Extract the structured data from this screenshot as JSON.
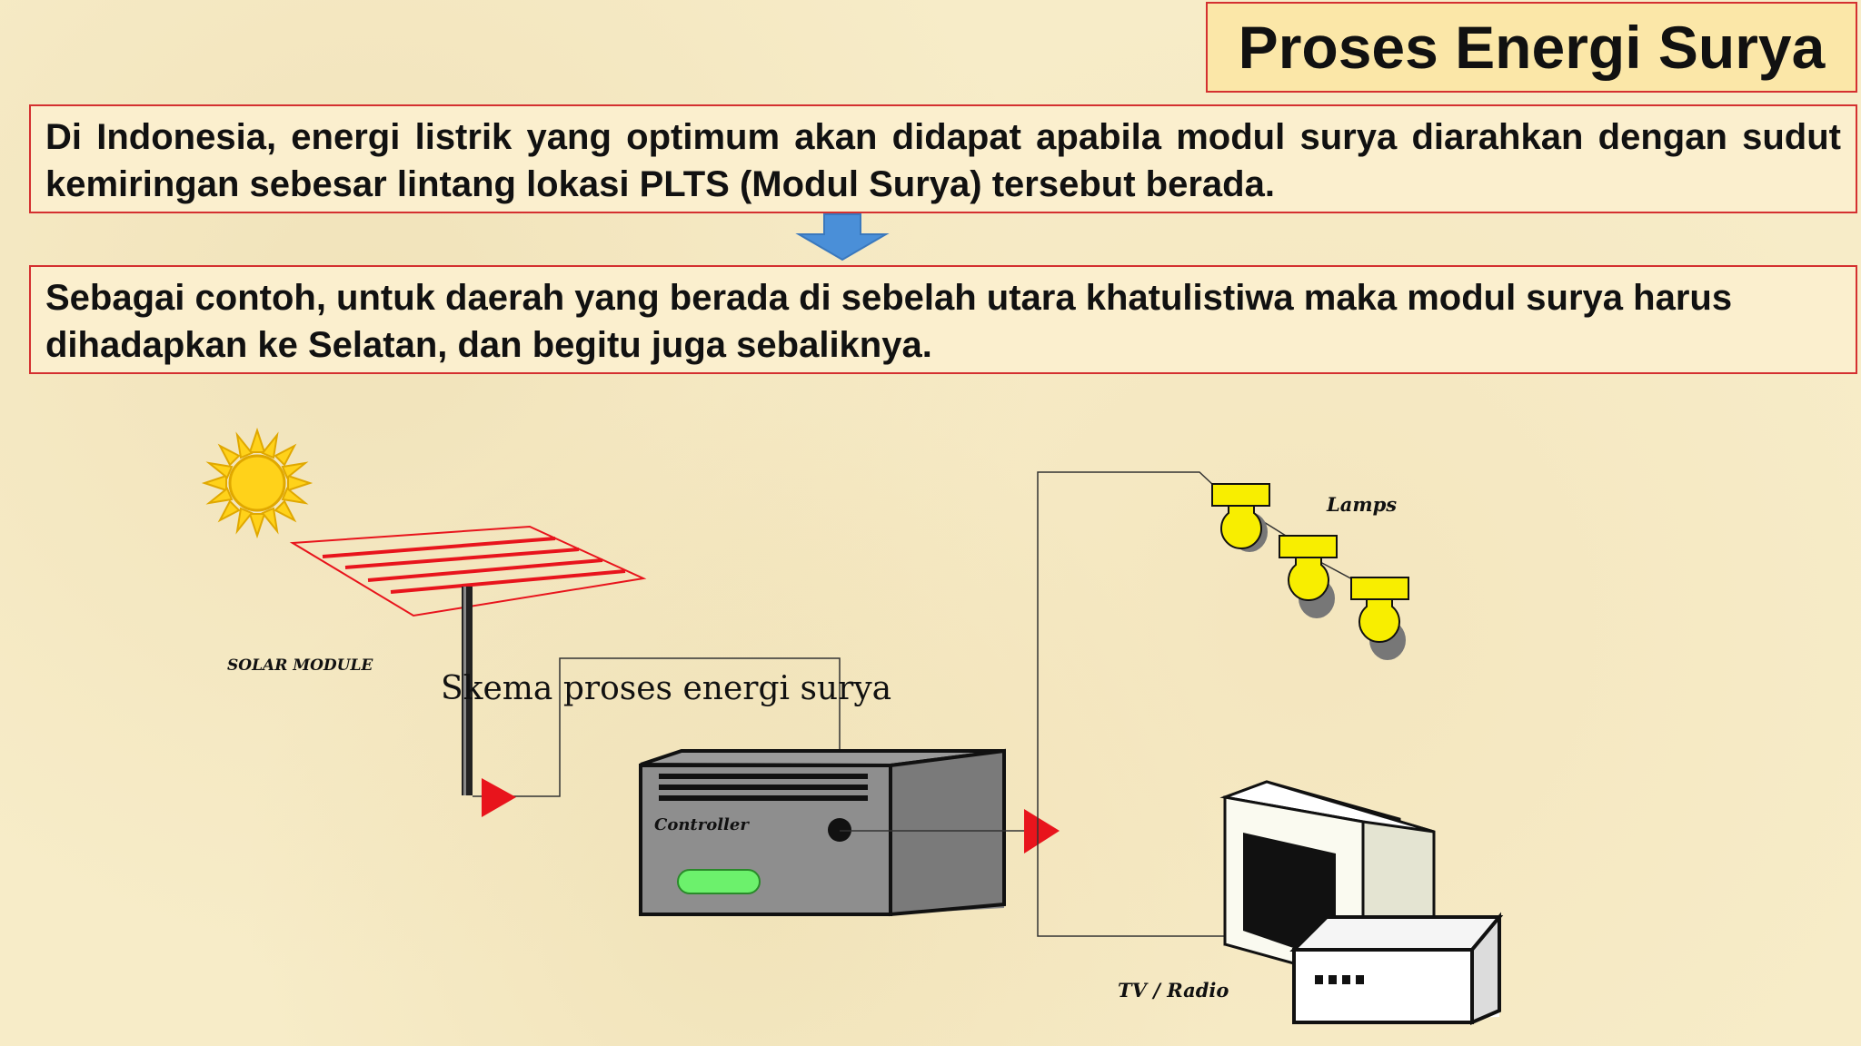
{
  "title": "Proses Energi Surya",
  "paragraphs": {
    "p1": "Di Indonesia, energi listrik yang optimum akan didapat apabila modul surya diarahkan dengan sudut kemiringan sebesar lintang lokasi PLTS (Modul Surya) tersebut berada.",
    "p2": "Sebagai contoh, untuk daerah yang berada di sebelah utara khatulistiwa maka modul surya harus dihadapkan ke Selatan, dan begitu juga sebaliknya."
  },
  "diagram": {
    "caption": "Skema proses energi surya",
    "labels": {
      "solar_module": "SOLAR MODULE",
      "controller": "Controller",
      "lamps": "Lamps",
      "tv_radio": "TV / Radio"
    }
  },
  "colors": {
    "border_red": "#d43030",
    "arrow_blue": "#4a8fd8",
    "flow_arrow_red": "#e8141c",
    "sun_yellow": "#ffd21a",
    "lamp_yellow": "#f8ee00",
    "controller_gray": "#8a8a8a",
    "indicator_green": "#6cf16c"
  }
}
